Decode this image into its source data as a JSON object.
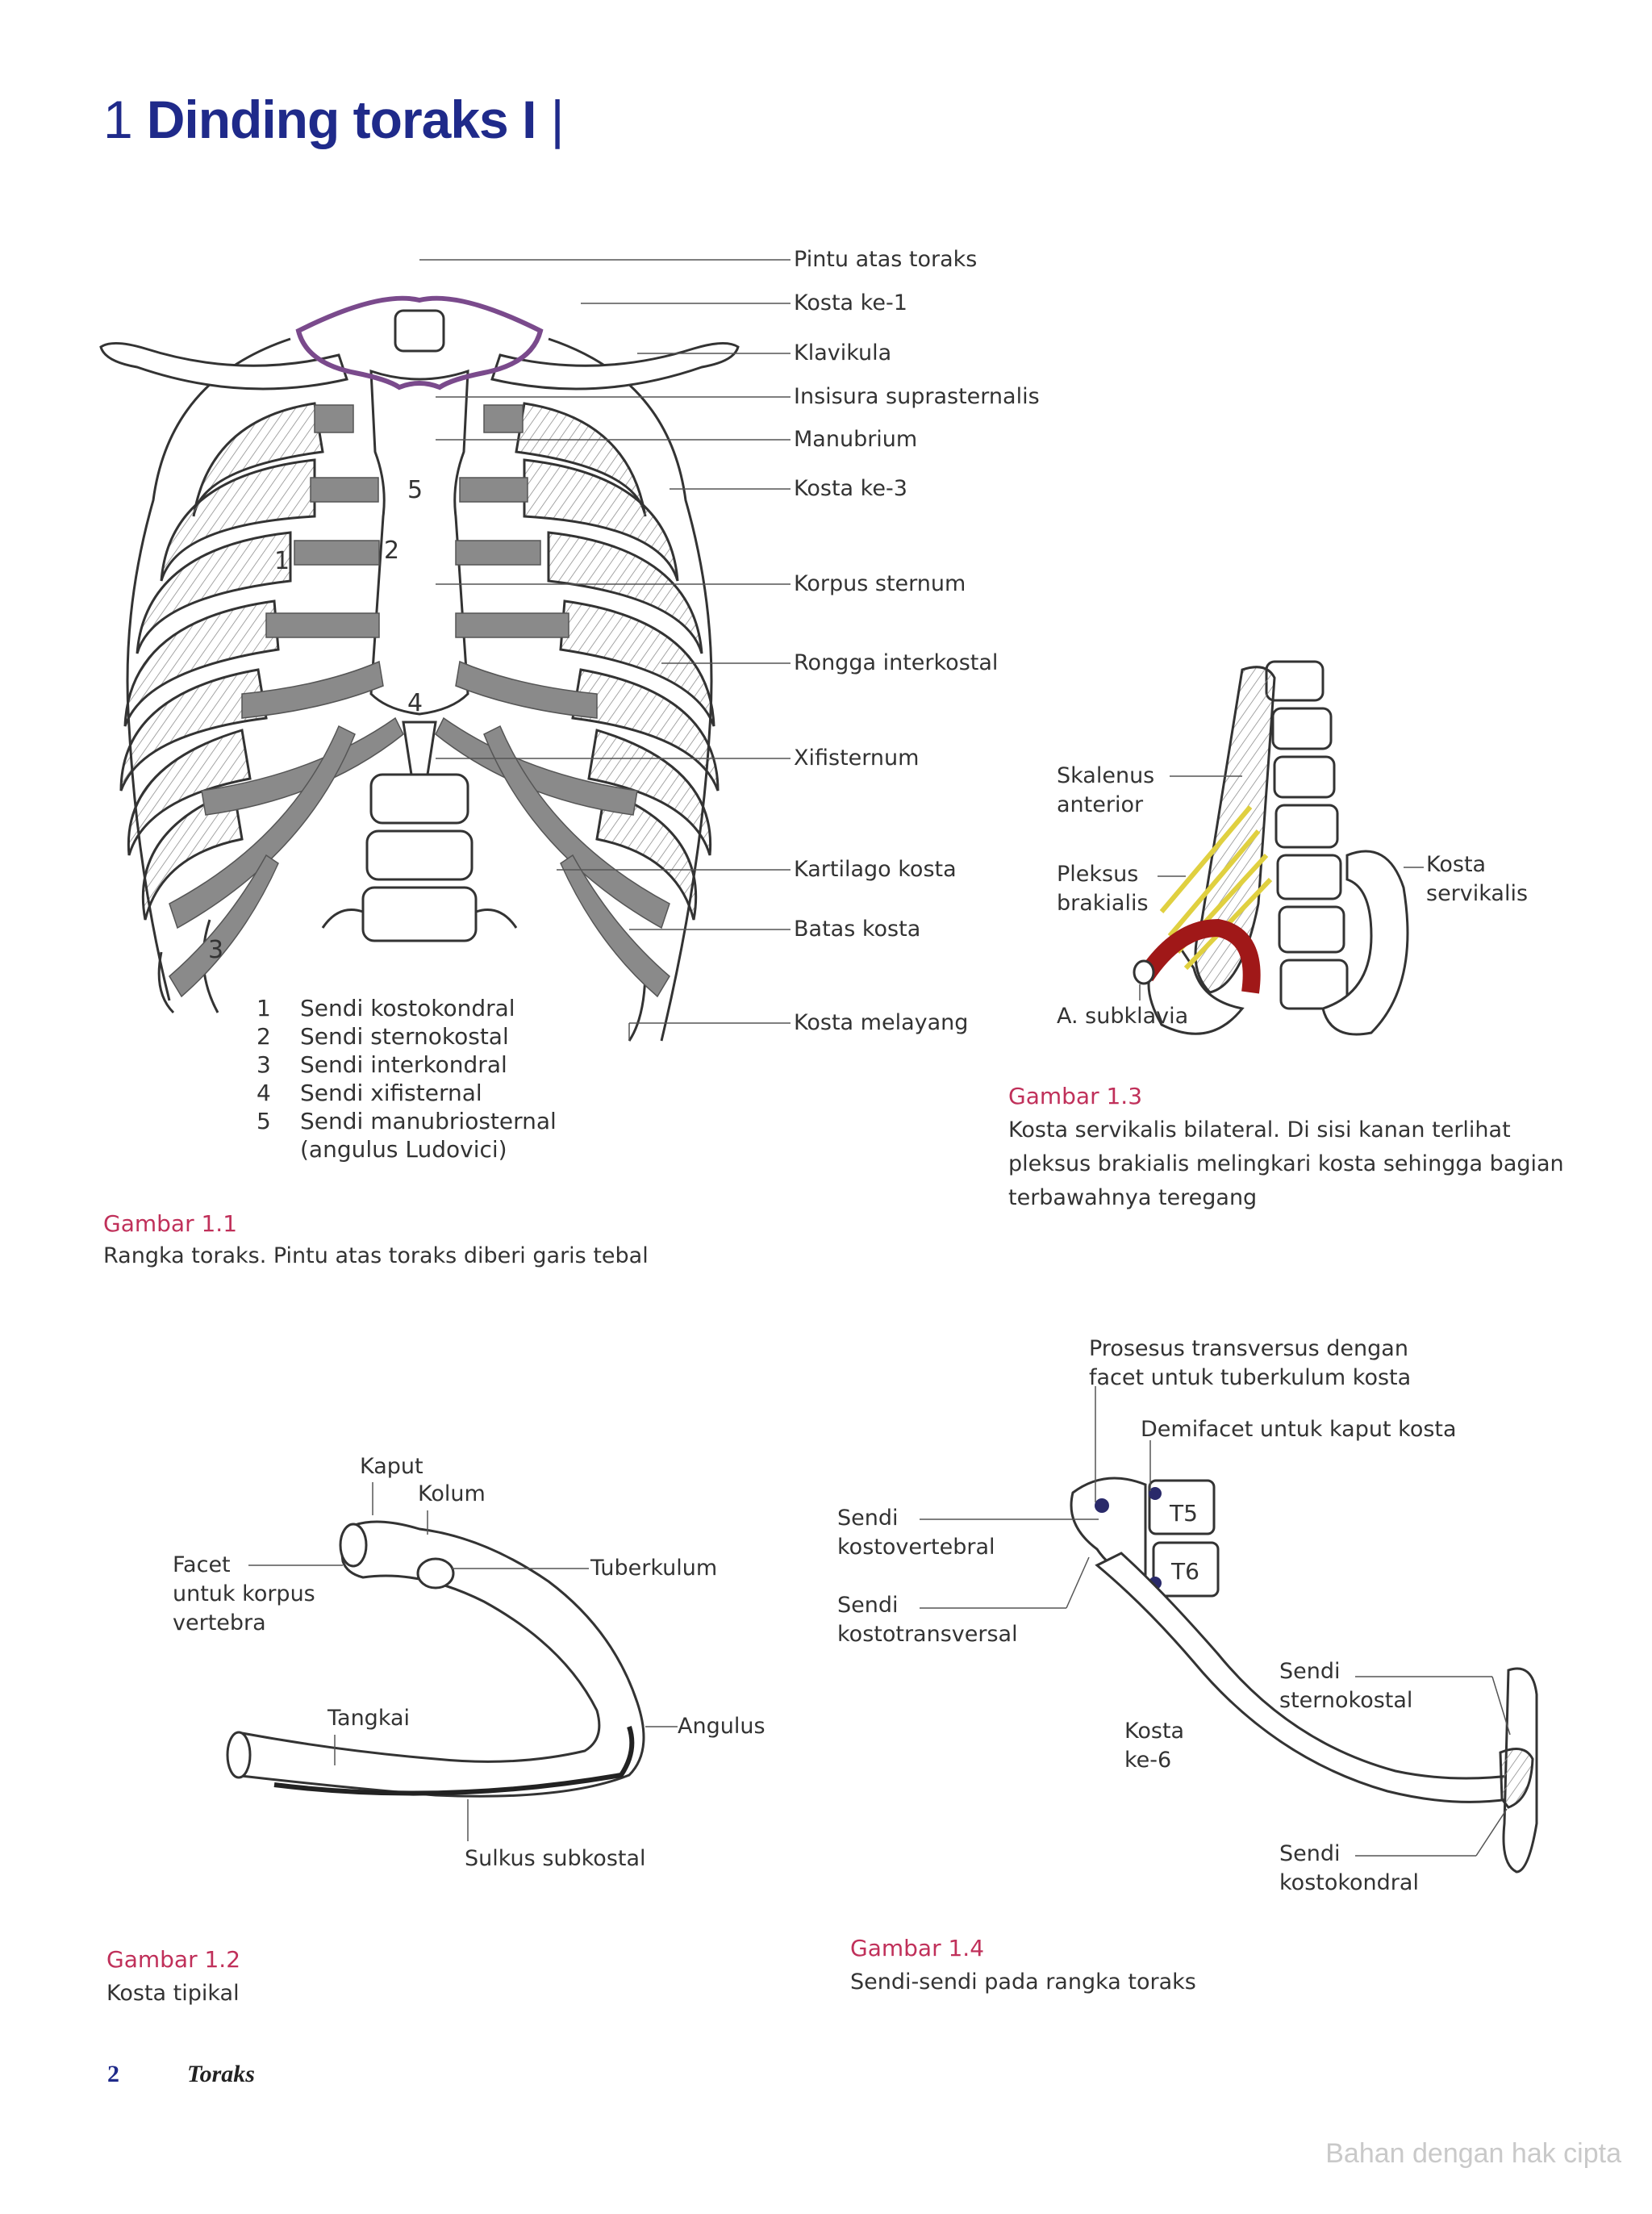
{
  "page": {
    "chapter_number": "1",
    "title": "Dinding toraks I",
    "footer_page": "2",
    "footer_title": "Toraks",
    "watermark": "Bahan dengan hak cipta"
  },
  "fig1": {
    "labels": [
      "Pintu atas toraks",
      "Kosta ke-1",
      "Klavikula",
      "Insisura suprasternalis",
      "Manubrium",
      "Kosta ke-3",
      "Korpus sternum",
      "Rongga interkostal",
      "Xifisternum",
      "Kartilago kosta",
      "Batas kosta",
      "Kosta melayang"
    ],
    "markers": [
      "1",
      "2",
      "3",
      "4",
      "5"
    ],
    "legend": [
      {
        "n": "1",
        "text": "Sendi kostokondral"
      },
      {
        "n": "2",
        "text": "Sendi sternokostal"
      },
      {
        "n": "3",
        "text": "Sendi interkondral"
      },
      {
        "n": "4",
        "text": "Sendi xifisternal"
      },
      {
        "n": "5",
        "text": "Sendi manubriosternal"
      },
      {
        "n": "",
        "text": "(angulus Ludovici)"
      }
    ],
    "caption_title": "Gambar 1.1",
    "caption_text": "Rangka toraks. Pintu atas toraks diberi garis tebal"
  },
  "fig3": {
    "labels": {
      "skalenus": "Skalenus\nanterior",
      "pleksus": "Pleksus\nbrakialis",
      "kosta_servikalis": "Kosta\nservikalis",
      "subklavia": "A. subklavia"
    },
    "caption_title": "Gambar 1.3",
    "caption_text": "Kosta servikalis bilateral. Di sisi kanan terlihat\npleksus brakialis melingkari kosta sehingga bagian\nterbawahnya teregang"
  },
  "fig2": {
    "labels": {
      "kaput": "Kaput",
      "kolum": "Kolum",
      "facet": "Facet\nuntuk korpus\nvertebra",
      "tuberkulum": "Tuberkulum",
      "tangkai": "Tangkai",
      "angulus": "Angulus",
      "sulkus": "Sulkus subkostal"
    },
    "caption_title": "Gambar 1.2",
    "caption_text": "Kosta tipikal"
  },
  "fig4": {
    "labels": {
      "prosesus": "Prosesus transversus dengan\nfacet untuk tuberkulum kosta",
      "demifacet": "Demifacet untuk kaput kosta",
      "kostovertebral": "Sendi\nkostovertebral",
      "kostotransversal": "Sendi\nkostotransversal",
      "t5": "T5",
      "t6": "T6",
      "sternokostal": "Sendi\nsternokostal",
      "kosta6": "Kosta\nke-6",
      "kostokondral": "Sendi\nkostokondral"
    },
    "caption_title": "Gambar 1.4",
    "caption_text": "Sendi-sendi pada rangka toraks"
  },
  "colors": {
    "title_blue": "#1f2a8a",
    "caption_red": "#c0305a",
    "inlet_purple": "#7a4a8c",
    "cartilage_grey": "#8a8a8a",
    "artery_red": "#a01818",
    "plexus_yellow": "#e0d040"
  }
}
